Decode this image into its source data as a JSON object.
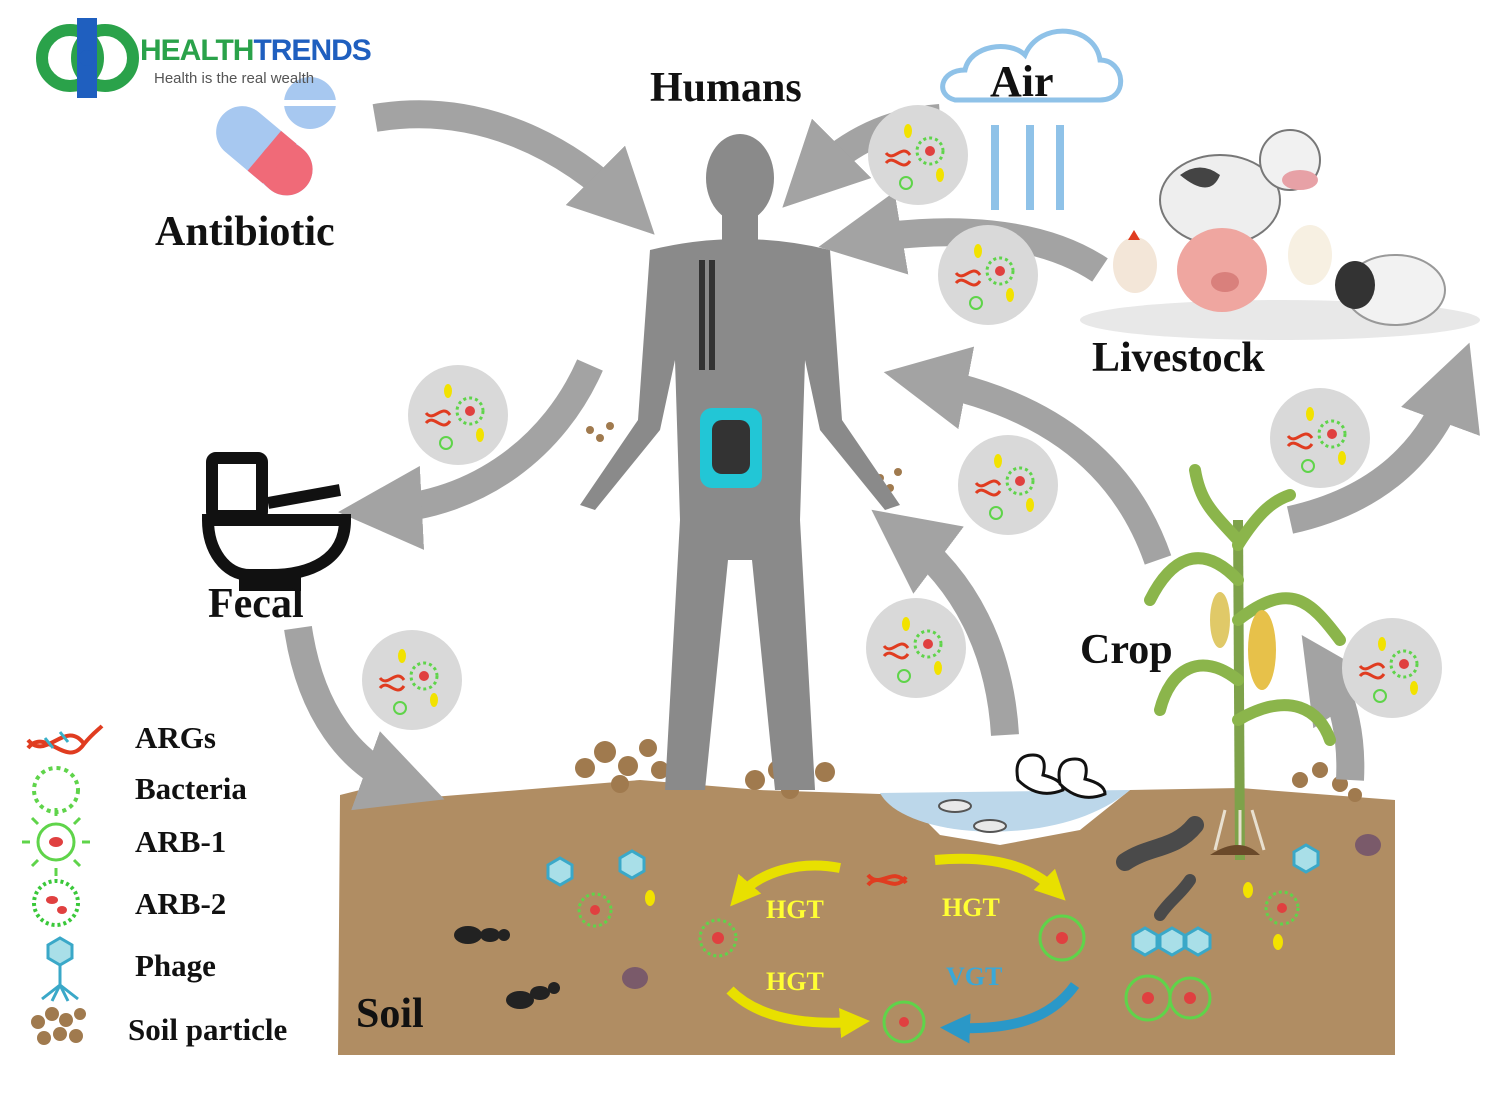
{
  "brand": {
    "name_part1": "HEALTH",
    "name_part2": "TRENDS",
    "tagline": "Health is the real wealth",
    "colors": {
      "green": "#2aa24a",
      "blue": "#1f5fbf"
    }
  },
  "nodes": {
    "humans": "Humans",
    "air": "Air",
    "antibiotic": "Antibiotic",
    "livestock": "Livestock",
    "fecal": "Fecal",
    "crop": "Crop",
    "soil": "Soil"
  },
  "transfer": {
    "hgt": "HGT",
    "vgt": "VGT",
    "hgt_color": "#ffff33",
    "vgt_color": "#3aa8d8"
  },
  "legend": [
    {
      "label": "ARGs",
      "icon": "dna-icon"
    },
    {
      "label": "Bacteria",
      "icon": "bacteria-icon"
    },
    {
      "label": "ARB-1",
      "icon": "arb1-icon"
    },
    {
      "label": "ARB-2",
      "icon": "arb2-icon"
    },
    {
      "label": "Phage",
      "icon": "phage-icon"
    },
    {
      "label": "Soil particle",
      "icon": "soil-particle-icon"
    }
  ],
  "colors": {
    "soil": "#b08d63",
    "human": "#8a8a8a",
    "arrow": "#a3a3a3",
    "bubble": "#d9d9d9",
    "water": "#bcd7ea"
  }
}
